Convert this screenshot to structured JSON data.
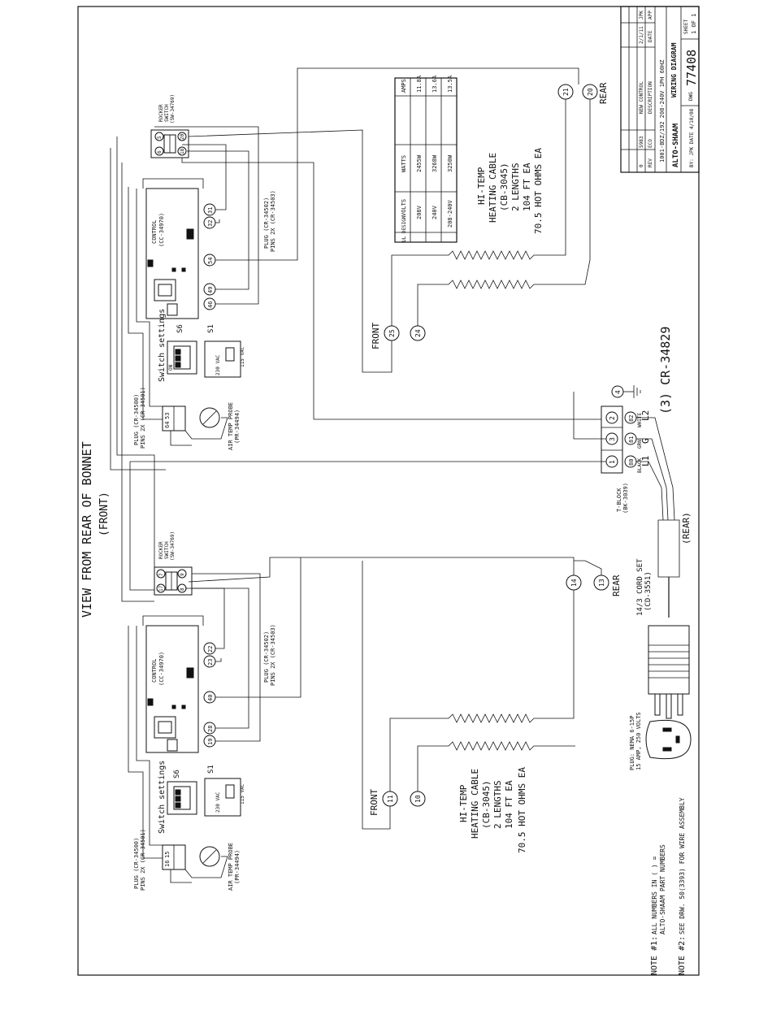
{
  "header": {
    "view_title": "VIEW FROM REAR OF BONNET",
    "view_subtitle": "(FRONT)"
  },
  "control_top": {
    "rocker": {
      "line1": "ROCKER",
      "line2": "SWITCH",
      "line3": "(SW-34769)",
      "terminals": [
        "5",
        "20",
        "6",
        "18"
      ]
    },
    "control": {
      "line1": "CONTROL",
      "line2": "(CC-34970)",
      "terminals": [
        "31",
        "32",
        "54",
        "49",
        "46"
      ]
    },
    "plug_left": {
      "line1": "PLUG (CR-34500)",
      "line2": "PINS 2X (CR-34501)"
    },
    "plug_right": {
      "line1": "PLUG (CR-34502)",
      "line2": "PINS 2X (CR-34503)"
    },
    "probe_terminals": [
      "53",
      "64"
    ],
    "probe": {
      "line1": "AIR TEMP PROBE",
      "line2": "(PR-34494)"
    },
    "switch_settings": "Switch settings",
    "s6": "S6",
    "s1": "S1",
    "on": "ON",
    "s1_230": "230 VAC",
    "s1_115": "115 VAC"
  },
  "control_bottom": {
    "rocker": {
      "line1": "ROCKER",
      "line2": "SWITCH",
      "line3": "(SW-34769)",
      "terminals": [
        "9",
        "8",
        "17",
        "7"
      ]
    },
    "control": {
      "line1": "CONTROL",
      "line2": "(CC-34970)",
      "terminals": [
        "22",
        "23",
        "40",
        "28",
        "19"
      ]
    },
    "plug_left": {
      "line1": "PLUG (CR-34500)",
      "line2": "PINS 2X (CR-34501)"
    },
    "plug_right": {
      "line1": "PLUG (CR-34502)",
      "line2": "PINS 2X (CR-34503)"
    },
    "probe_terminals": [
      "15",
      "16"
    ],
    "probe": {
      "line1": "AIR TEMP PROBE",
      "line2": "(PR-34494)"
    },
    "switch_settings": "Switch settings",
    "s6": "S6",
    "s1": "S1",
    "s1_230": "230 VAC",
    "s1_115": "115 VAC"
  },
  "cable_top": {
    "line1": "HI-TEMP",
    "line2": "HEATING CABLE",
    "line3": "(CB-3045)",
    "line4": "2 LENGTHS",
    "line5": "104 FT EA",
    "line6": "70.5 HOT OHMS EA",
    "front": "FRONT",
    "rear": "REAR",
    "front_terminals": [
      "25",
      "24"
    ],
    "rear_terminals": [
      "21",
      "20"
    ]
  },
  "cable_bottom": {
    "line1": "HI-TEMP",
    "line2": "HEATING CABLE",
    "line3": "(CB-3045)",
    "line4": "2 LENGTHS",
    "line5": "104 FT EA",
    "line6": "70.5 HOT OHMS EA",
    "front": "FRONT",
    "rear": "REAR",
    "front_terminals": [
      "11",
      "10"
    ],
    "rear_terminals": [
      "14",
      "13"
    ]
  },
  "spec_table": {
    "headers": [
      "UL DESIGN",
      "VOLTS",
      "WATTS",
      "AMPS"
    ],
    "rows": [
      [
        "",
        "208V",
        "2455W",
        "11.8A"
      ],
      [
        "",
        "240V",
        "3268W",
        "13.6A"
      ],
      [
        "",
        "208-240V",
        "3250W",
        "13.5A"
      ]
    ]
  },
  "tblock": {
    "label": "T-BLOCK",
    "part": "(BK-3039)",
    "terminals": [
      "1",
      "3",
      "2"
    ],
    "wire_terminals": [
      "80",
      "81",
      "82"
    ],
    "ground_terminal": "4",
    "wire_colors": [
      "BLACK",
      "GRN",
      "WHITE"
    ],
    "lines": [
      "L1",
      "G",
      "L2"
    ],
    "connector": "(3) CR-34829",
    "rear": "(REAR)"
  },
  "cord": {
    "line1": "14/3 CORD SET",
    "line2": "(CD-3551)",
    "plug_line1": "PLUG: NEMA 6-15P",
    "plug_line2": "15 AMP, 250 VOLTS"
  },
  "notes": {
    "note1_label": "NOTE #1:",
    "note1_line1": "ALL NUMBERS IN ( ) =",
    "note1_line2": "ALTO-SHAAM PART NUMBERS",
    "note2_label": "NOTE #2:",
    "note2_text": "SEE DRW. 50(3393) FOR WIRE ASSEMBLY"
  },
  "title_block": {
    "company": "ALTO-SHAAM",
    "drawing_title": "WIRING DIAGRAM",
    "model": "1001-BDZ/192 208-240V 1PH 60HZ",
    "dwg_label": "DWG",
    "dwg_number": "77408",
    "sheet_label": "SHEET",
    "sheet_value": "1 OF 1",
    "by_line": "BY: JPK DATE 4/10/08",
    "rev_headers": [
      "REV",
      "ECO",
      "DESCRIPTION",
      "DATE",
      "APP"
    ],
    "rev_rows": [
      [
        "0",
        "5983",
        "NEW CONTROL",
        "2/1/11",
        "JPK"
      ]
    ]
  }
}
